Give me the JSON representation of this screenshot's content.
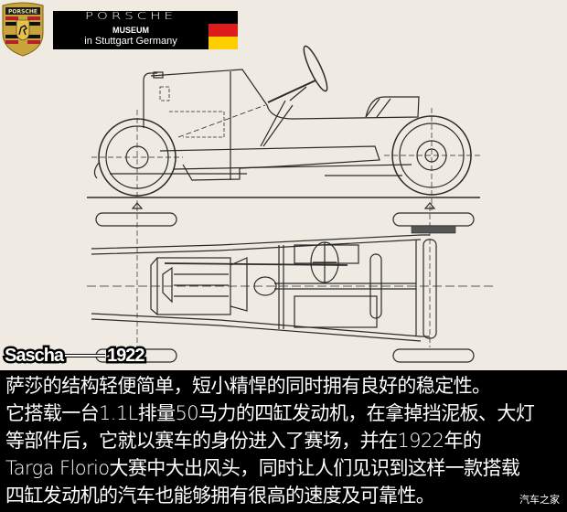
{
  "header": {
    "brand": "PORSCHE",
    "subtitle": "MUSEUM",
    "location": "in Stuttgart Germany",
    "crest_label": "PORSCHE",
    "flag_colors": [
      "#000000",
      "#dd1c1c",
      "#ffce00"
    ]
  },
  "drawing": {
    "side_view": "side-elevation-technical-drawing",
    "top_view": "plan-view-chassis-technical-drawing",
    "paper_color": "#efebe2",
    "line_color": "#2a2a2a"
  },
  "model_tag": {
    "name": "Sascha",
    "year": "1922"
  },
  "caption": {
    "lines": [
      "萨莎的结构轻便简单，短小精悍的同时拥有良好的稳定性。",
      "它搭载一台1.1L排量50马力的四缸发动机，在拿掉挡泥板、大灯",
      "等部件后，它就以赛车的身份进入了赛场，并在1922年的",
      "Targa Florio大赛中大出风头，同时让人们见识到这样一款搭载",
      "四缸发动机的汽车也能够拥有很高的速度及可靠性。"
    ]
  },
  "watermark": "汽车之家"
}
